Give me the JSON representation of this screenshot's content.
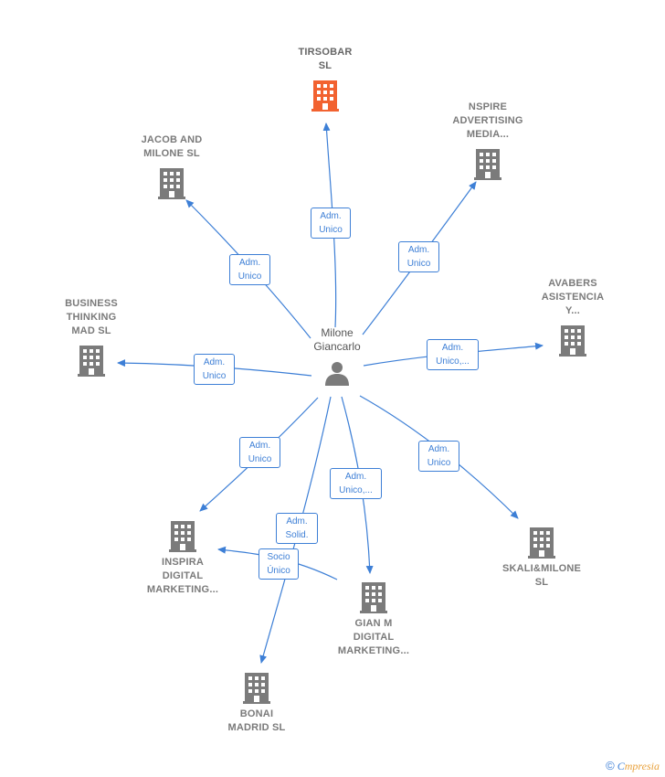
{
  "colors": {
    "edge": "#3d7fd6",
    "building": "#7b7b7b",
    "highlight": "#f26230"
  },
  "center": {
    "label": "Milone\nGiancarlo",
    "icon": "person-icon"
  },
  "companies": [
    {
      "id": "tirsobar",
      "label": "TIRSOBAR\nSL",
      "highlight": true,
      "icon": "building-icon"
    },
    {
      "id": "nspire",
      "label": "NSPIRE\nADVERTISING\nMEDIA...",
      "icon": "building-icon"
    },
    {
      "id": "jacob",
      "label": "JACOB AND\nMILONE  SL",
      "icon": "building-icon"
    },
    {
      "id": "avabers",
      "label": "AVABERS\nASISTENCIA\nY...",
      "icon": "building-icon"
    },
    {
      "id": "business",
      "label": "BUSINESS\nTHINKING\nMAD  SL",
      "icon": "building-icon"
    },
    {
      "id": "skali",
      "label": "SKALI&MILONE\nSL",
      "icon": "building-icon"
    },
    {
      "id": "inspira",
      "label": "INSPIRA\nDIGITAL\nMARKETING...",
      "icon": "building-icon"
    },
    {
      "id": "gianm",
      "label": "GIAN M\nDIGITAL\nMARKETING...",
      "icon": "building-icon"
    },
    {
      "id": "bonai",
      "label": "BONAI\nMADRID  SL",
      "icon": "building-icon"
    }
  ],
  "roles": [
    {
      "id": "r-tirsobar",
      "text": "Adm.\nUnico"
    },
    {
      "id": "r-nspire",
      "text": "Adm.\nUnico"
    },
    {
      "id": "r-jacob",
      "text": "Adm.\nUnico"
    },
    {
      "id": "r-avabers",
      "text": "Adm.\nUnico,..."
    },
    {
      "id": "r-business",
      "text": "Adm.\nUnico"
    },
    {
      "id": "r-skali",
      "text": "Adm.\nUnico"
    },
    {
      "id": "r-inspira",
      "text": "Adm.\nUnico"
    },
    {
      "id": "r-gianm",
      "text": "Adm.\nUnico,..."
    },
    {
      "id": "r-bonai",
      "text": "Adm.\nSolid."
    },
    {
      "id": "r-socio",
      "text": "Socio\nÚnico"
    }
  ],
  "footer": {
    "copyright": "©",
    "brand_initial": "C",
    "brand_rest": "mpresia"
  }
}
